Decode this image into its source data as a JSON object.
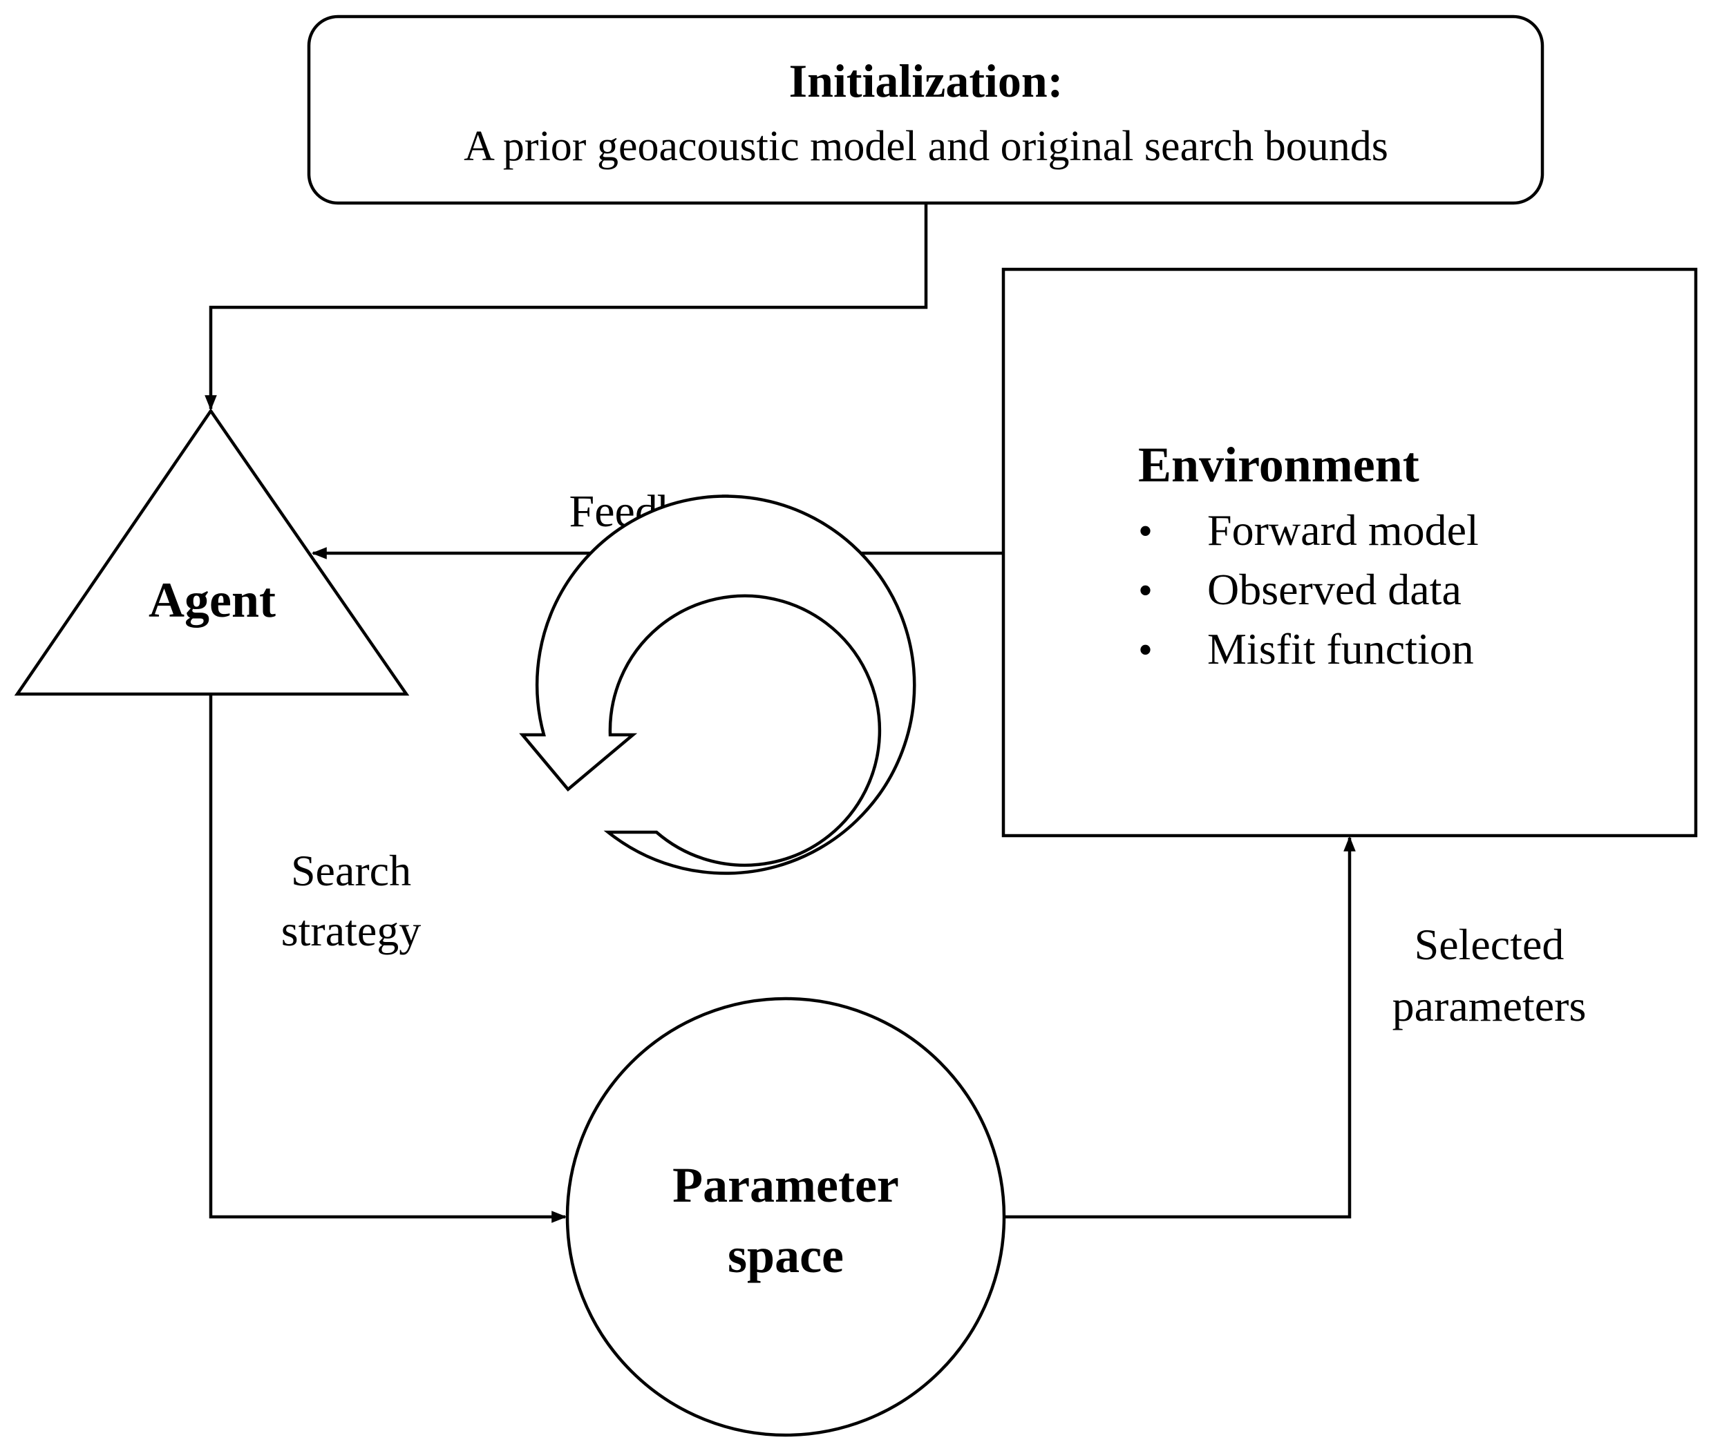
{
  "initialization": {
    "title": "Initialization:",
    "description": "A prior geoacoustic model and original search bounds"
  },
  "agent": {
    "label": "Agent"
  },
  "environment": {
    "title": "Environment",
    "bullet": "•",
    "items": [
      "Forward model",
      "Observed data",
      "Misfit function"
    ]
  },
  "parameter_space": {
    "line1": "Parameter",
    "line2": "space"
  },
  "edges": {
    "feedback": "Feedback",
    "search_strategy_line1": "Search",
    "search_strategy_line2": "strategy",
    "selected_parameters_line1": "Selected",
    "selected_parameters_line2": "parameters"
  },
  "colors": {
    "stroke": "#000000",
    "background": "#ffffff"
  }
}
